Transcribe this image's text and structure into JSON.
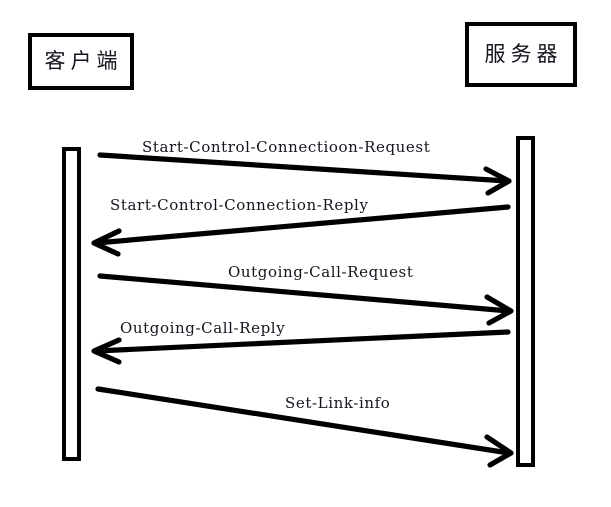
{
  "diagram": {
    "title": "PPTP control connection sequence",
    "background_color": "#ffffff",
    "stroke_color": "#000000",
    "text_color": "#15151f"
  },
  "actors": [
    {
      "id": "client",
      "label": "客户端",
      "side": "left"
    },
    {
      "id": "server",
      "label": "服务器",
      "side": "right"
    }
  ],
  "messages": [
    {
      "index": 1,
      "label": "Start-Control-Connectioon-Request",
      "direction": "left-to-right",
      "from": "client",
      "to": "server"
    },
    {
      "index": 2,
      "label": "Start-Control-Connection-Reply",
      "direction": "right-to-left",
      "from": "server",
      "to": "client"
    },
    {
      "index": 3,
      "label": "Outgoing-Call-Request",
      "direction": "left-to-right",
      "from": "client",
      "to": "server"
    },
    {
      "index": 4,
      "label": "Outgoing-Call-Reply",
      "direction": "right-to-left",
      "from": "server",
      "to": "client"
    },
    {
      "index": 5,
      "label": "Set-Link-info",
      "direction": "left-to-right",
      "from": "client",
      "to": "server"
    }
  ]
}
